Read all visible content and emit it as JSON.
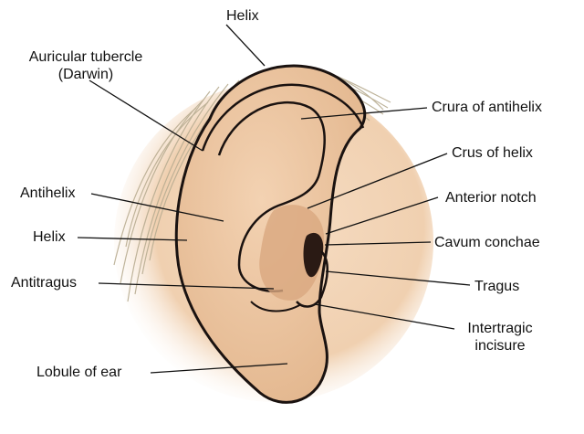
{
  "labels": {
    "helix_top": "Helix",
    "auricular_tubercle_1": "Auricular tubercle",
    "auricular_tubercle_2": "(Darwin)",
    "crura_of_antihelix": "Crura of antihelix",
    "crus_of_helix": "Crus of helix",
    "antihelix": "Antihelix",
    "anterior_notch": "Anterior notch",
    "helix_left": "Helix",
    "cavum_conchae": "Cavum conchae",
    "antitragus": "Antitragus",
    "tragus": "Tragus",
    "intertragic_1": "Intertragic",
    "intertragic_2": "incisure",
    "lobule_of_ear": "Lobule of ear"
  },
  "colors": {
    "skin_light": "#f4d9bd",
    "skin_mid": "#e8bf98",
    "skin_shadow": "#c99a76",
    "outline": "#1a1210",
    "hair": "#b9ad92",
    "canal": "#2a1a14",
    "leader": "#111111"
  }
}
